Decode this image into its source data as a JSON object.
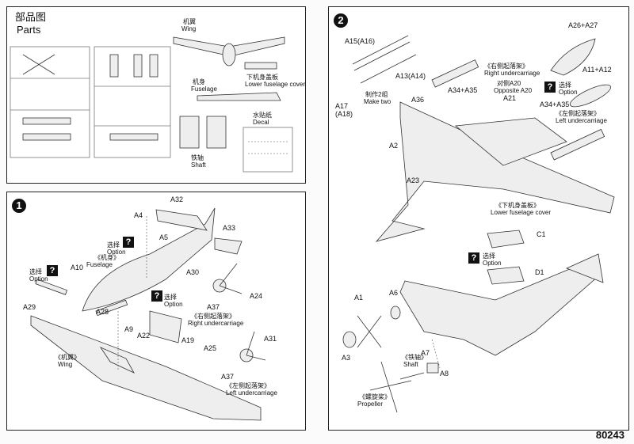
{
  "parts": {
    "title_cn": "部品图",
    "title_en": "Parts",
    "wing_cn": "机翼",
    "wing_en": "Wing",
    "fuselage_cn": "机身",
    "fuselage_en": "Fuselage",
    "lower_cover_cn": "下机身盖板",
    "lower_cover_en": "Lower fuselage cover",
    "decal_cn": "水贴纸",
    "decal_en": "Decal",
    "shaft_cn": "铁轴",
    "shaft_en": "Shaft"
  },
  "step1": {
    "number": "1",
    "A32": "A32",
    "A4": "A4",
    "A5": "A5",
    "A33": "A33",
    "option_cn": "选择",
    "option_en": "Option",
    "fuselage_cn": "《机身》",
    "fuselage_en": "Fuselage",
    "A10": "A10",
    "A30": "A30",
    "A29": "A29",
    "A24": "A24",
    "A37": "A37",
    "right_uc_cn": "《右侧起落架》",
    "right_uc_en": "Right undercarriage",
    "A28": "A28",
    "A9": "A9",
    "A22": "A22",
    "A19": "A19",
    "A25": "A25",
    "A31": "A31",
    "wing_cn": "《机翼》",
    "wing_en": "Wing",
    "left_uc_cn": "《左侧起落架》",
    "left_uc_en": "Left undercarriage",
    "q": "?"
  },
  "step2": {
    "number": "2",
    "A15": "A15(A16)",
    "A26": "A26+A27",
    "A11": "A11+A12",
    "A13": "A13(A14)",
    "right_uc_cn": "《右侧起落架》",
    "right_uc_en": "Right undercarriage",
    "option_cn": "选择",
    "option_en": "Option",
    "make_two_cn": "制作2组",
    "make_two_en": "Make two",
    "opp_cn": "对侧A20",
    "opp_en": "Opposite A20",
    "A17": "A17",
    "A18": "(A18)",
    "A36": "A36",
    "A34": "A34+A35",
    "A21": "A21",
    "left_uc_cn": "《左侧起落架》",
    "left_uc_en": "Left undercarriage",
    "A2": "A2",
    "A23": "A23",
    "lower_cover_cn": "《下机身盖板》",
    "lower_cover_en": "Lower fuselage cover",
    "C1": "C1",
    "D1": "D1",
    "A1": "A1",
    "A6": "A6",
    "A3": "A3",
    "A7": "A7",
    "A8": "A8",
    "shaft_cn": "《铁轴》",
    "shaft_en": "Shaft",
    "propeller_cn": "《螺旋桨》",
    "propeller_en": "Propeller",
    "q": "?"
  },
  "page_number": "80243"
}
